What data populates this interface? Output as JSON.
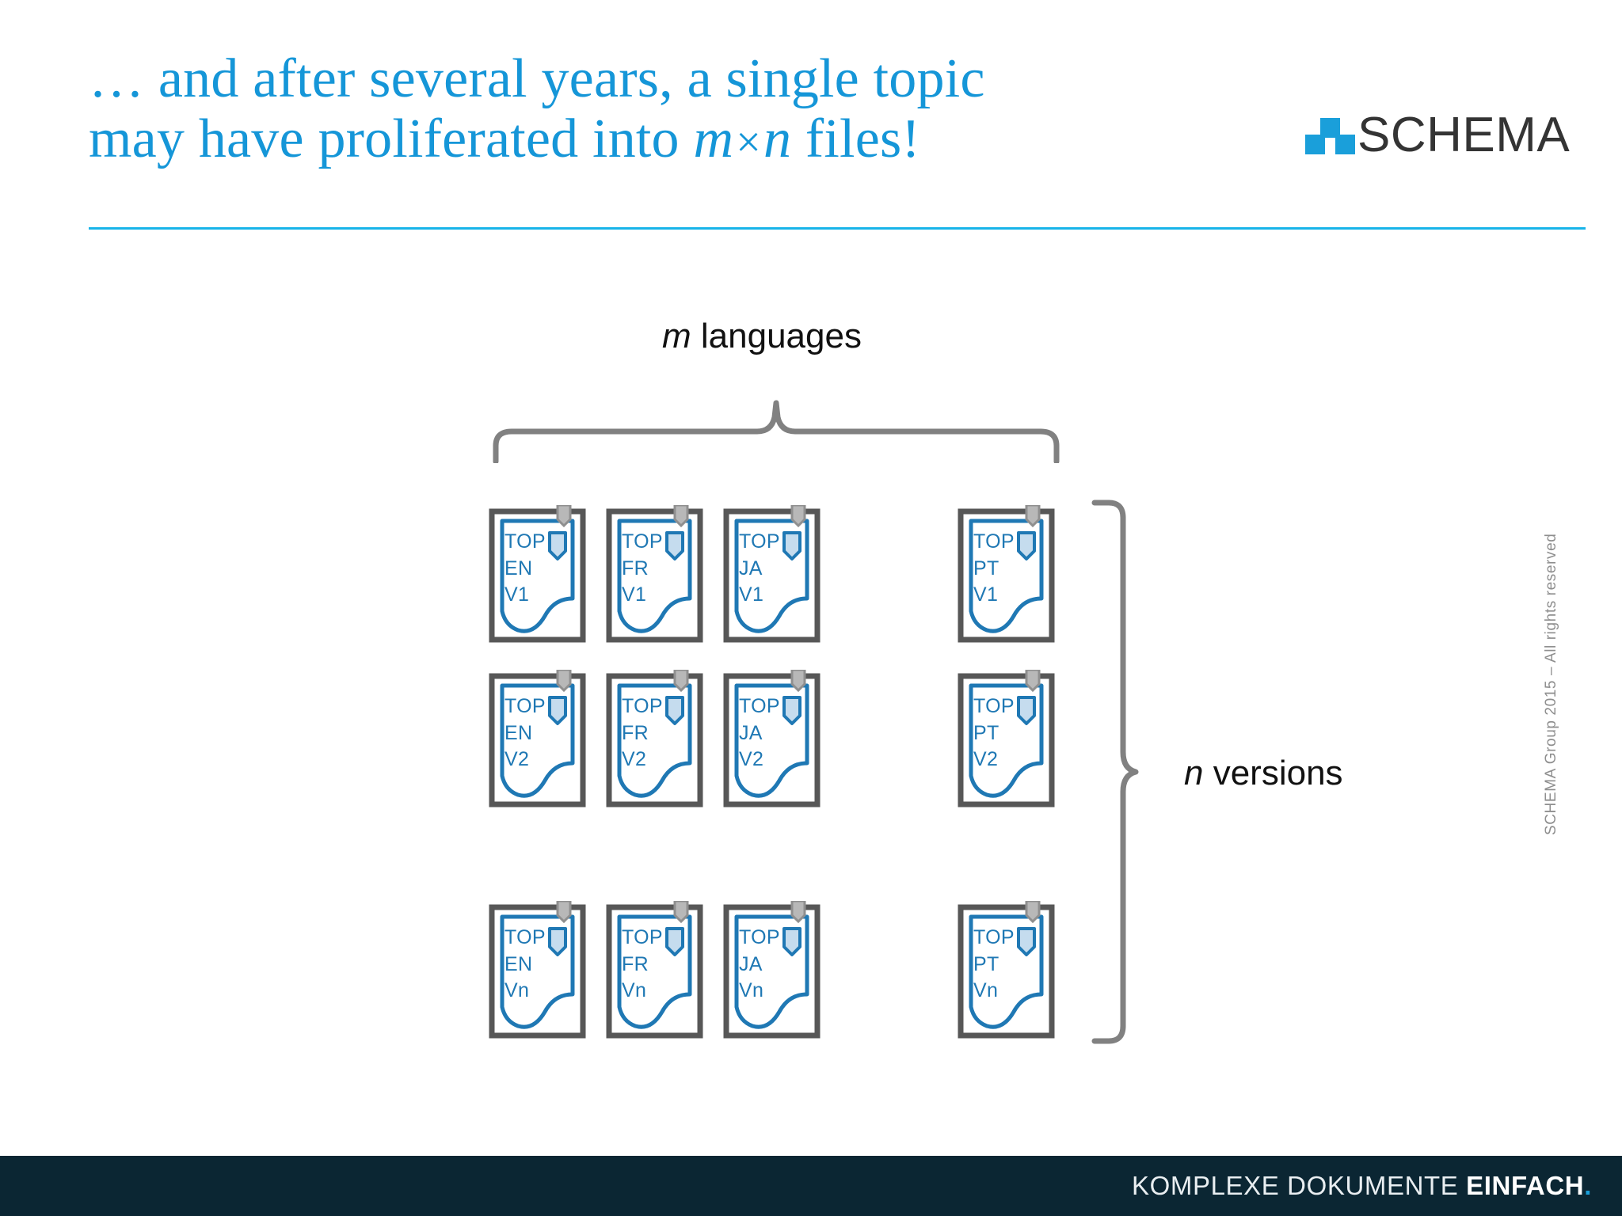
{
  "slide": {
    "title": {
      "line1_prefix": "… and after several years, a single topic",
      "line2_prefix": "may have proliferated into ",
      "var_m": "m",
      "times": "×",
      "var_n": "n",
      "line2_suffix": " files!"
    },
    "accent_color": "#1596d8",
    "rule_color": "#18b4e9"
  },
  "logo": {
    "text": "SCHEMA",
    "mark_color": "#1a9fda",
    "text_color": "#343434"
  },
  "diagram": {
    "top_label": {
      "var": "m",
      "text": " languages"
    },
    "right_label": {
      "var": "n",
      "text": " versions"
    },
    "doc_rows": [
      {
        "version": "V1",
        "cells": [
          {
            "topic": "TOP",
            "lang": "EN",
            "version": "V1"
          },
          {
            "topic": "TOP",
            "lang": "FR",
            "version": "V1"
          },
          {
            "topic": "TOP",
            "lang": "JA",
            "version": "V1"
          },
          {
            "topic": "TOP",
            "lang": "PT",
            "version": "V1"
          }
        ]
      },
      {
        "version": "V2",
        "cells": [
          {
            "topic": "TOP",
            "lang": "EN",
            "version": "V2"
          },
          {
            "topic": "TOP",
            "lang": "FR",
            "version": "V2"
          },
          {
            "topic": "TOP",
            "lang": "JA",
            "version": "V2"
          },
          {
            "topic": "TOP",
            "lang": "PT",
            "version": "V2"
          }
        ]
      },
      {
        "version": "Vn",
        "cells": [
          {
            "topic": "TOP",
            "lang": "EN",
            "version": "Vn"
          },
          {
            "topic": "TOP",
            "lang": "FR",
            "version": "Vn"
          },
          {
            "topic": "TOP",
            "lang": "JA",
            "version": "Vn"
          },
          {
            "topic": "TOP",
            "lang": "PT",
            "version": "Vn"
          }
        ]
      }
    ],
    "doc_frame_color": "#575757",
    "doc_page_color": "#1f78b4",
    "doc_tab_color": "#9d9d9d",
    "doc_shield_fill": "#c5dcee",
    "brace_color": "#818181"
  },
  "copyright": "SCHEMA Group  2015  –  All rights reserved",
  "footer": {
    "light_text": "KOMPLEXE DOKUMENTE ",
    "bold_text": "EINFACH",
    "dot": ".",
    "background": "#0b2633",
    "dot_color": "#1a9fda"
  }
}
